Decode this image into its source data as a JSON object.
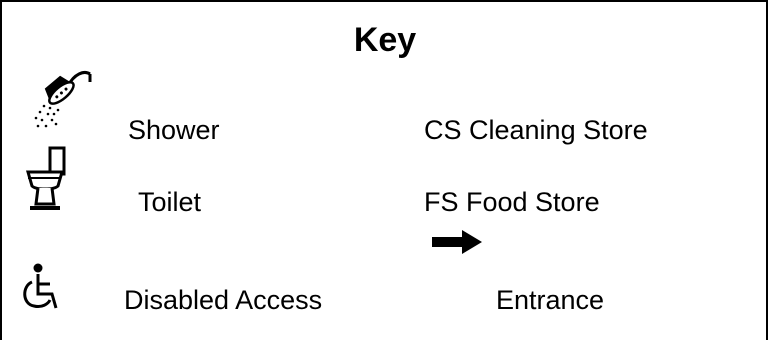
{
  "key": {
    "title": "Key",
    "items": [
      {
        "icon": "shower-icon",
        "label": "Shower"
      },
      {
        "icon": "toilet-icon",
        "label": "Toilet"
      },
      {
        "icon": "wheelchair-icon",
        "label": "Disabled Access"
      },
      {
        "icon": null,
        "label": "CS Cleaning Store"
      },
      {
        "icon": null,
        "label": "FS Food Store"
      },
      {
        "icon": "arrow-right-icon",
        "label": "Entrance"
      }
    ]
  }
}
